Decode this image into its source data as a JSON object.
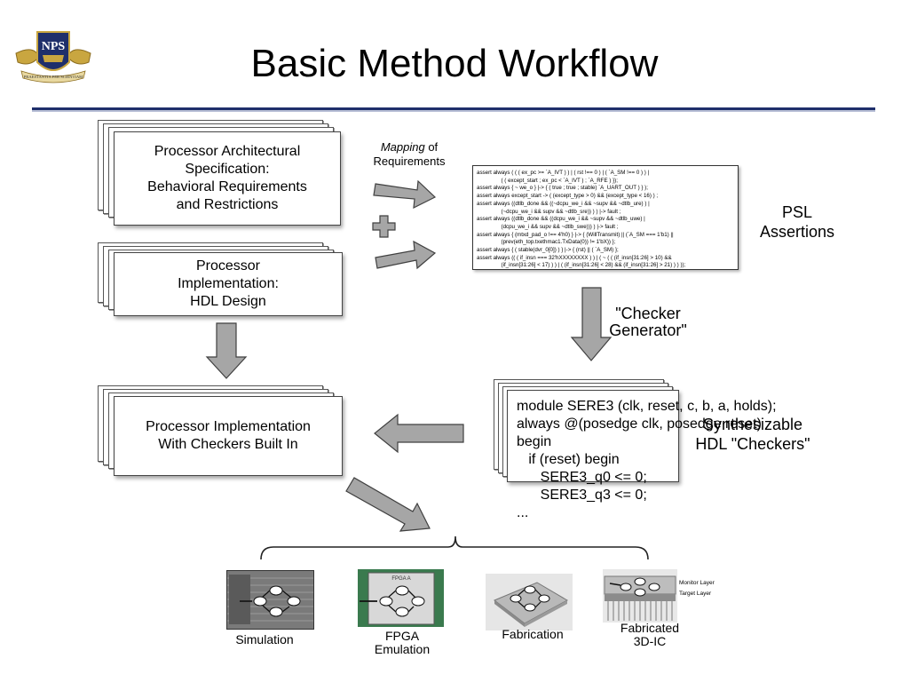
{
  "title": "Basic Method Workflow",
  "logo": {
    "text": "NPS",
    "motto": "PRAESTANTIA PER SCIENTIAM"
  },
  "boxes": {
    "spec": "Processor Architectural\nSpecification:\nBehavioral Requirements\nand Restrictions",
    "impl": "Processor\nImplementation:\nHDL Design",
    "built_in": "Processor Implementation\nWith Checkers Built In"
  },
  "mapping": {
    "italic": "Mapping",
    "rest": " of",
    "line2": "Requirements"
  },
  "psl_label": "PSL\nAssertions",
  "checker_generator": "\"Checker\nGenerator\"",
  "synth_label": "Synthesizable\nHDL \"Checkers\"",
  "psl_code": [
    "assert always ( ( ( ex_pc >= `A_IVT ) ) | ( rst !== 0 ) | ( `A_SM !== 0 ) ) |",
    "                ( ( except_start ; ex_pc < `A_IVT ) ; `A_RFE ) });",
    "assert always { ~ we_o } |-> { ( true ; true ; stable) `A_UART_OUT ) } );",
    "assert always except_start -> ( (except_type > 0) && (except_type < 16) ) ;",
    "assert always ((dtlb_done && ((~dcpu_we_i && ~supv && ~dtlb_ure) ) |",
    "                (~dcpu_we_i && supv && ~dtlb_sre)) ) ) |-> fault ;",
    "assert always ((dtlb_done && ((dcpu_we_i && ~supv && ~dtlb_uwe) |",
    "                (dcpu_we_i && supv && ~dtlb_swe))) ) |-> fault ;",
    "assert always { (mtxd_pad_o !== 4'h0) } |-> { (WillTransmit) || (`A_SM === 1'b1) ||",
    "                (prev(eth_top.txethmac1.TxData(0)) != 1'bX)) };",
    "assert always { ( stable(dvr_0[0]) ) } |-> { (rst) || ( `A_SM) };",
    "assert always (( ( if_insn === 32'hXXXXXXXX ) ) | ( ~ ( ( (if_insn[31:26] > 10) &&",
    "                (if_insn[31:26] < 17) ) ) | ( (if_insn[31:26] < 28) && (if_insn[31:26] > 21) ) ) ));"
  ],
  "hdl_code": [
    "module SERE3 (clk, reset, c, b, a, holds);",
    "always @(posedge clk, posedge reset)",
    "begin",
    "   if (reset) begin",
    "      SERE3_q0 <= 0;",
    "      SERE3_q3 <= 0;",
    "..."
  ],
  "targets": [
    {
      "label": "Simulation"
    },
    {
      "label": "FPGA\nEmulation",
      "chip_text": "FPGA A"
    },
    {
      "label": "Fabrication"
    },
    {
      "label": "Fabricated\n3D-IC"
    }
  ],
  "layers": {
    "monitor": "Monitor Layer",
    "target": "Target Layer"
  },
  "colors": {
    "navy": "#1f2f6b",
    "arrow_fill": "#a6a6a6",
    "arrow_stroke": "#404040"
  }
}
